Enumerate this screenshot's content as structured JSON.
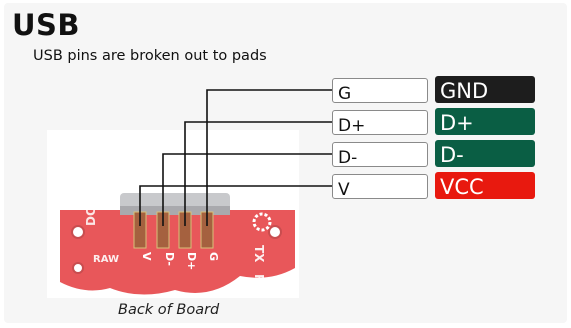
{
  "heading": {
    "title": "USB",
    "subtitle": "USB pins are broken out to pads"
  },
  "pins": [
    {
      "pin": "G",
      "signal": "GND",
      "signal_color": "#1d1d1d",
      "text_color": "#ffffff"
    },
    {
      "pin": "D+",
      "signal": "D+",
      "signal_color": "#0a5e44",
      "text_color": "#ffffff"
    },
    {
      "pin": "D-",
      "signal": "D-",
      "signal_color": "#0a5e44",
      "text_color": "#ffffff"
    },
    {
      "pin": "V",
      "signal": "VCC",
      "signal_color": "#e8190f",
      "text_color": "#ffffff"
    }
  ],
  "board": {
    "caption": "Back of Board",
    "pad_labels": [
      "V",
      "D-",
      "D+",
      "G"
    ],
    "side_labels": [
      "DO",
      "RAW",
      "TX",
      "RX"
    ],
    "board_color": "#e8575a",
    "pad_color": "#a5613f",
    "wire_color": "#111111"
  }
}
